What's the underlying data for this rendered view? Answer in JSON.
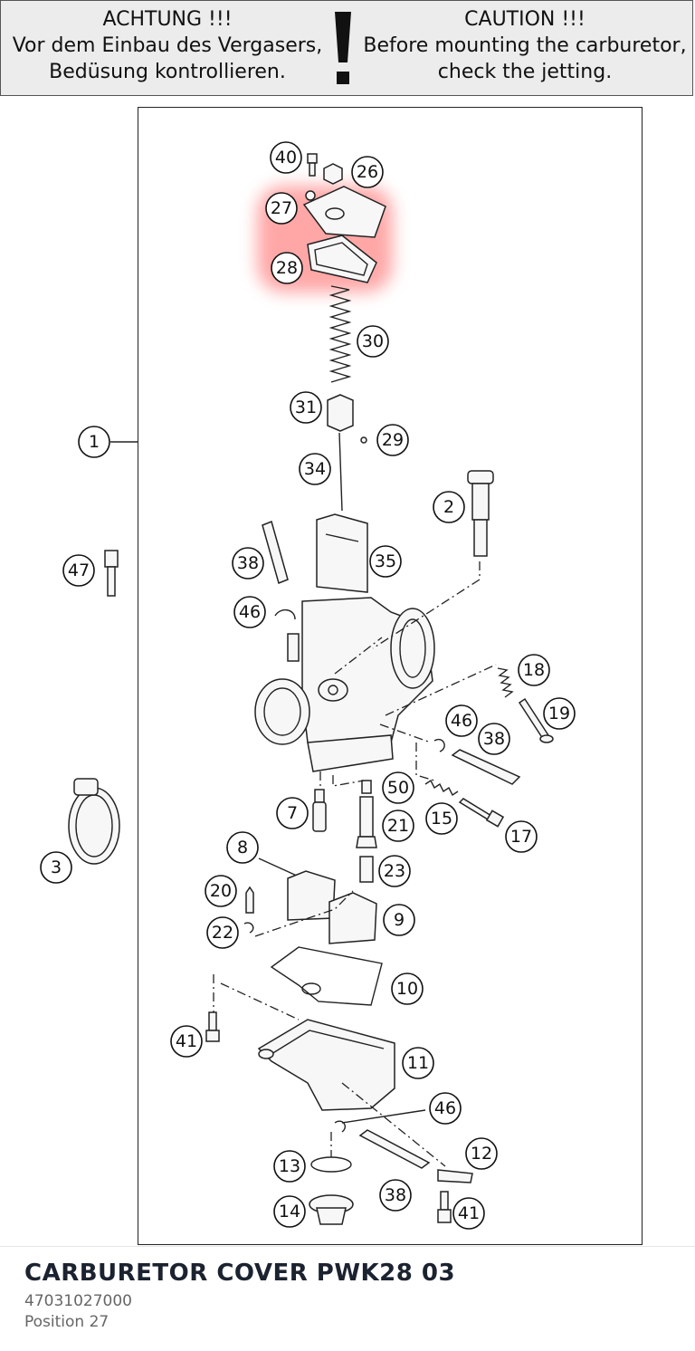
{
  "banner": {
    "de": {
      "line1": "ACHTUNG !!!",
      "line2": "Vor dem Einbau des Vergasers,",
      "line3": "Bedüsung kontrollieren."
    },
    "en": {
      "line1": "CAUTION !!!",
      "line2": "Before mounting the carburetor,",
      "line3": "check the jetting."
    }
  },
  "highlight": {
    "color": "#ff8a8a",
    "parts": [
      "27",
      "28"
    ]
  },
  "callouts": {
    "c1": "1",
    "c2": "2",
    "c3": "3",
    "c7": "7",
    "c8": "8",
    "c9": "9",
    "c10": "10",
    "c11": "11",
    "c12": "12",
    "c13": "13",
    "c14": "14",
    "c15": "15",
    "c17": "17",
    "c18": "18",
    "c19": "19",
    "c20": "20",
    "c21": "21",
    "c22": "22",
    "c23": "23",
    "c26": "26",
    "c27": "27",
    "c28": "28",
    "c29": "29",
    "c30": "30",
    "c31": "31",
    "c34": "34",
    "c35": "35",
    "c38a": "38",
    "c38b": "38",
    "c38c": "38",
    "c40": "40",
    "c41a": "41",
    "c41b": "41",
    "c46a": "46",
    "c46b": "46",
    "c46c": "46",
    "c47": "47",
    "c50": "50"
  },
  "footer": {
    "title": "CARBURETOR COVER PWK28 03",
    "part_number": "47031027000",
    "position": "Position 27"
  }
}
